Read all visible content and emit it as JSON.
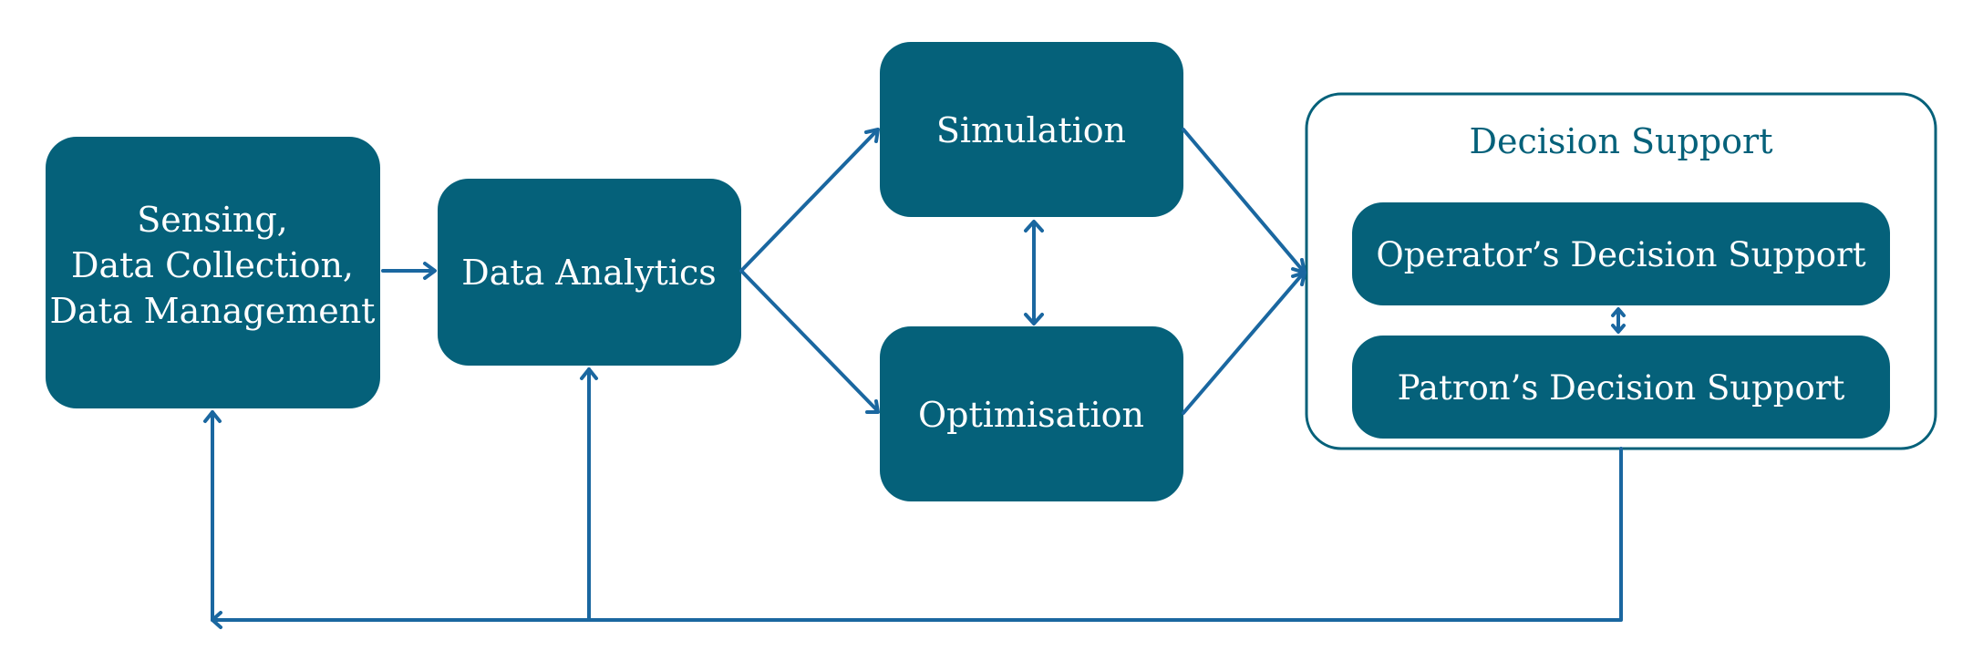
{
  "nodes": {
    "sensing": {
      "lines": [
        "Sensing,",
        "Data Collection,",
        "Data Management"
      ]
    },
    "analytics": {
      "label": "Data Analytics"
    },
    "simulation": {
      "label": "Simulation"
    },
    "optimisation": {
      "label": "Optimisation"
    },
    "decision_support": {
      "title": "Decision Support",
      "operator": "Operator’s Decision Support",
      "patron": "Patron’s Decision Support"
    }
  },
  "colors": {
    "node_fill": "#05617a",
    "arrow": "#1a67a0",
    "text": "#ffffff"
  }
}
